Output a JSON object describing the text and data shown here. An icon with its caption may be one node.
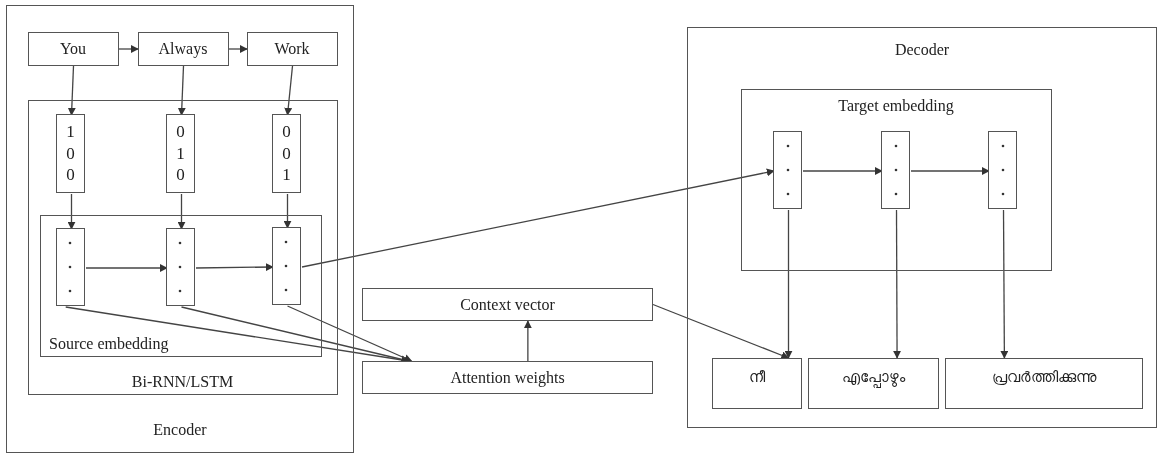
{
  "diagram": {
    "nodes": [
      {
        "text": [
          "Encoder"
        ]
      },
      {
        "text": [
          "You"
        ],
        "in": 0
      },
      {
        "text": [
          "Always"
        ],
        "in": 0
      },
      {
        "text": [
          "Work"
        ],
        "in": 0
      },
      {
        "text": [
          "Bi-RNN/LSTM"
        ],
        "in": 0
      },
      {
        "text": [
          "1 0 0"
        ],
        "in": 4
      },
      {
        "text": [
          "0 1 0"
        ],
        "in": 4
      },
      {
        "text": [
          "0 0 1"
        ],
        "in": 4
      },
      {
        "text": [
          "Source embedding"
        ],
        "in": 4
      },
      {
        "text": [],
        "shape": "box",
        "in": 8
      },
      {
        "text": [],
        "shape": "box",
        "in": 8
      },
      {
        "text": [],
        "shape": "box",
        "in": 8
      },
      {
        "text": [
          "Context vector"
        ]
      },
      {
        "text": [
          "Attention weights"
        ]
      },
      {
        "text": [
          "Decoder"
        ]
      },
      {
        "text": [
          "Target embedding"
        ],
        "in": 14
      },
      {
        "text": [],
        "shape": "box",
        "in": 15
      },
      {
        "text": [],
        "shape": "box",
        "in": 15
      },
      {
        "text": [],
        "shape": "box",
        "in": 15
      },
      {
        "text": [
          "നീ"
        ],
        "in": 14
      },
      {
        "text": [
          "എപ്പോഴും"
        ],
        "in": 14
      },
      {
        "text": [
          "പ്രവർത്തിക്കുന്നു"
        ],
        "in": 14
      }
    ],
    "edges": [
      {
        "from": 1,
        "to": 2,
        "arrow": "to"
      },
      {
        "from": 2,
        "to": 3,
        "arrow": "to"
      },
      {
        "from": 1,
        "to": 5,
        "arrow": "to"
      },
      {
        "from": 2,
        "to": 6,
        "arrow": "to"
      },
      {
        "from": 3,
        "to": 7,
        "arrow": "to"
      },
      {
        "from": 5,
        "to": 9,
        "arrow": "to"
      },
      {
        "from": 6,
        "to": 10,
        "arrow": "to"
      },
      {
        "from": 7,
        "to": 11,
        "arrow": "to"
      },
      {
        "from": 9,
        "to": 10,
        "arrow": "to"
      },
      {
        "from": 10,
        "to": 11,
        "arrow": "to"
      },
      {
        "from": 11,
        "to": 16,
        "arrow": "to"
      },
      {
        "from": 9,
        "to": 13,
        "arrow": "to"
      },
      {
        "from": 10,
        "to": 13,
        "arrow": "to"
      },
      {
        "from": 11,
        "to": 13,
        "arrow": "to"
      },
      {
        "from": 13,
        "to": 12,
        "arrow": "to"
      },
      {
        "from": 12,
        "to": 19,
        "arrow": "to"
      },
      {
        "from": 16,
        "to": 19,
        "arrow": "to"
      },
      {
        "from": 17,
        "to": 20,
        "arrow": "to"
      },
      {
        "from": 18,
        "to": 21,
        "arrow": "to"
      },
      {
        "from": 16,
        "to": 17,
        "arrow": "to"
      },
      {
        "from": 17,
        "to": 18,
        "arrow": "to"
      }
    ]
  }
}
